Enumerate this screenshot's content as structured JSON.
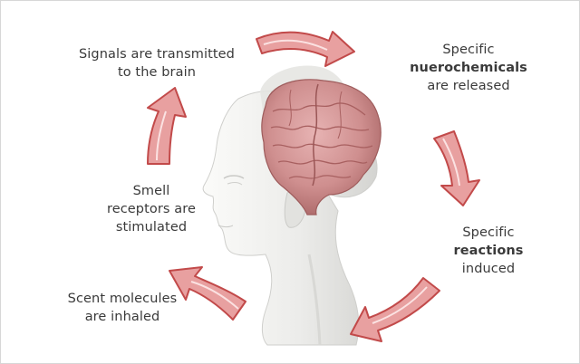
{
  "steps": [
    {
      "lines": [
        "Signals are transmitted",
        "to the brain"
      ]
    },
    {
      "lines": [
        "Specific",
        "nuerochemicals",
        "are released"
      ],
      "bold_line": 1
    },
    {
      "lines": [
        "Specific",
        "reactions",
        "induced"
      ],
      "bold_line": 1
    },
    {
      "lines": [
        "Scent molecules",
        "are inhaled"
      ]
    },
    {
      "lines": [
        "Smell",
        "receptors are",
        "stimulated"
      ]
    }
  ],
  "colors": {
    "arrow_fill": "#e8a0a0",
    "arrow_stroke": "#c24a4a",
    "brain": "#c98888",
    "bust": "#efefec",
    "text": "#3a3a3a"
  }
}
